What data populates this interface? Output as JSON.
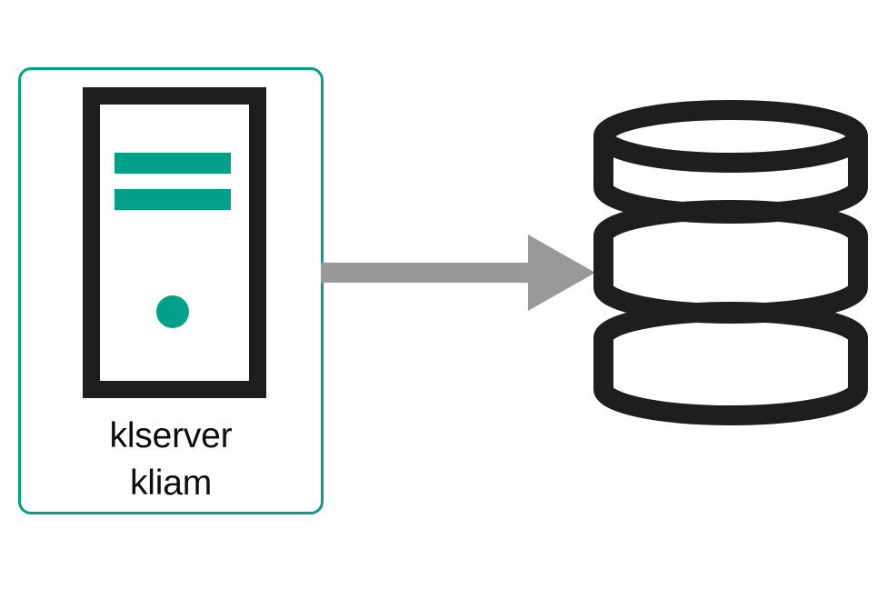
{
  "diagram": {
    "type": "architecture-flow",
    "background_color": "#ffffff",
    "title_visible": false,
    "nodes": [
      {
        "id": "server-node",
        "kind": "server-card",
        "icon": "server-tower-icon",
        "label_lines": [
          "klserver",
          "kliam"
        ],
        "border_color": "#00a089",
        "fill_color": "#ffffff",
        "icon_colors": {
          "chassis": "#1e1e1e",
          "accent": "#00a089"
        },
        "accent_element_count": 2,
        "status_indicator": "power-dot"
      },
      {
        "id": "database-node",
        "kind": "database-cylinder",
        "icon": "database-icon",
        "label_lines": [],
        "stroke_color": "#1e1e1e",
        "fill_color": "#ffffff",
        "disc_count": 3
      }
    ],
    "edges": [
      {
        "id": "server-to-database",
        "from": "server-node",
        "to": "database-node",
        "style": "block-arrow",
        "color": "#999999",
        "direction": "right",
        "label": ""
      }
    ]
  },
  "server_card": {
    "label_line_1": "klserver",
    "label_line_2": "kliam",
    "border_color": "#00a089",
    "accent_color": "#00a089",
    "chassis_color": "#1e1e1e"
  },
  "arrow": {
    "color": "#999999",
    "label": ""
  },
  "database": {
    "stroke_color": "#1e1e1e",
    "label": ""
  }
}
